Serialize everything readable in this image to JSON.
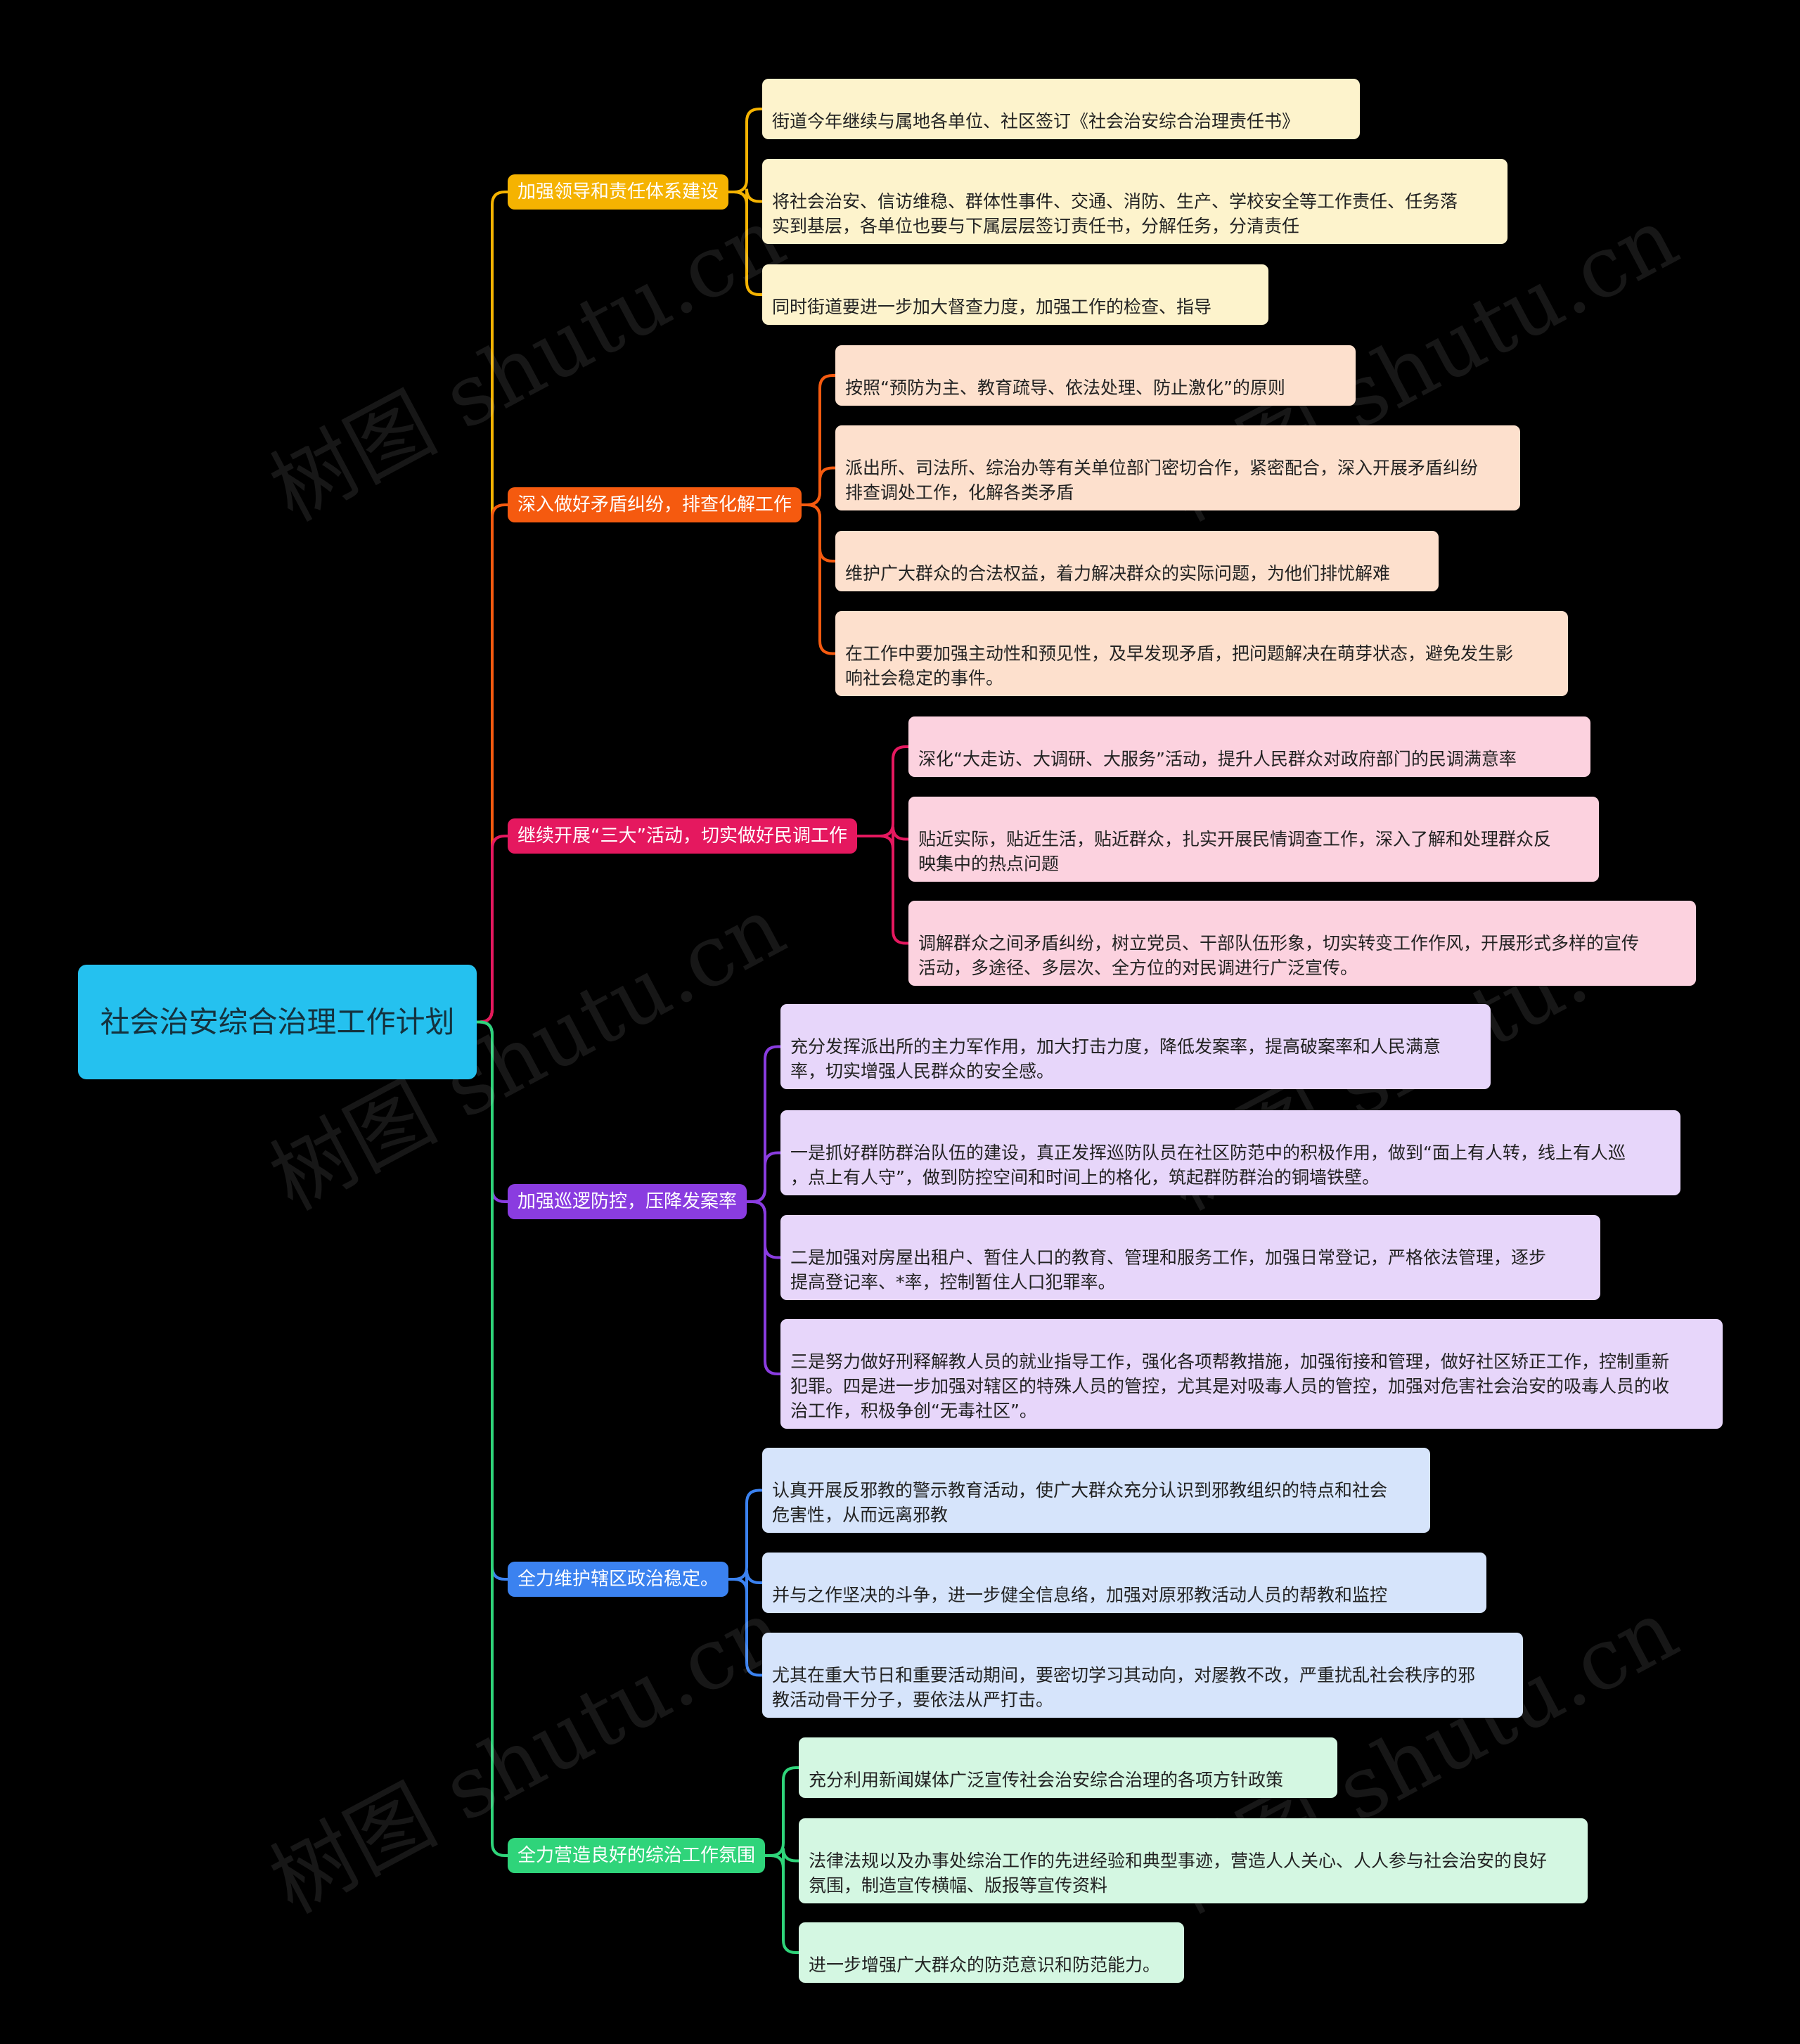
{
  "root": {
    "title": "社会治安综合治理工作计划",
    "color": "#25c1ef"
  },
  "watermark": "树图 shutu.cn",
  "branches": [
    {
      "label": "加强领导和责任体系建设",
      "color": "#f5b301",
      "leaf_bg": "#fdf3cc",
      "leaves": [
        "街道今年继续与属地各单位、社区签订《社会治安综合治理责任书》",
        "将社会治安、信访维稳、群体性事件、交通、消防、生产、学校安全等工作责任、任务落\n实到基层，各单位也要与下属层层签订责任书，分解任务，分清责任",
        "同时街道要进一步加大督查力度，加强工作的检查、指导"
      ]
    },
    {
      "label": "深入做好矛盾纠纷，排查化解工作",
      "color": "#f55a0f",
      "leaf_bg": "#fde0cd",
      "leaves": [
        "按照“预防为主、教育疏导、依法处理、防止激化”的原则",
        "派出所、司法所、综治办等有关单位部门密切合作，紧密配合，深入开展矛盾纠纷\n排查调处工作，化解各类矛盾",
        "维护广大群众的合法权益，着力解决群众的实际问题，为他们排忧解难",
        "在工作中要加强主动性和预见性，及早发现矛盾，把问题解决在萌芽状态，避免发生影\n响社会稳定的事件。"
      ]
    },
    {
      "label": "继续开展“三大”活动，切实做好民调工作",
      "color": "#e5185f",
      "leaf_bg": "#fcd2df",
      "leaves": [
        "深化“大走访、大调研、大服务”活动，提升人民群众对政府部门的民调满意率",
        "贴近实际，贴近生活，贴近群众，扎实开展民情调查工作，深入了解和处理群众反\n映集中的热点问题",
        "调解群众之间矛盾纠纷，树立党员、干部队伍形象，切实转变工作作风，开展形式多样的宣传\n活动，多途径、多层次、全方位的对民调进行广泛宣传。"
      ]
    },
    {
      "label": "加强巡逻防控，压降发案率",
      "color": "#8a3ce0",
      "leaf_bg": "#e7d6fa",
      "leaves": [
        "充分发挥派出所的主力军作用，加大打击力度，降低发案率，提高破案率和人民满意\n率，切实增强人民群众的安全感。",
        "一是抓好群防群治队伍的建设，真正发挥巡防队员在社区防范中的积极作用，做到“面上有人转，线上有人巡\n，点上有人守”，做到防控空间和时间上的格化，筑起群防群治的铜墙铁壁。",
        "二是加强对房屋出租户、暂住人口的教育、管理和服务工作，加强日常登记，严格依法管理，逐步\n提高登记率、*率，控制暂住人口犯罪率。",
        "三是努力做好刑释解教人员的就业指导工作，强化各项帮教措施，加强衔接和管理，做好社区矫正工作，控制重新\n犯罪。四是进一步加强对辖区的特殊人员的管控，尤其是对吸毒人员的管控，加强对危害社会治安的吸毒人员的收\n治工作，积极争创“无毒社区”。"
      ]
    },
    {
      "label": "全力维护辖区政治稳定。",
      "color": "#3b82f0",
      "leaf_bg": "#d6e4fb",
      "leaves": [
        "认真开展反邪教的警示教育活动，使广大群众充分认识到邪教组织的特点和社会\n危害性，从而远离邪教",
        "并与之作坚决的斗争，进一步健全信息络，加强对原邪教活动人员的帮教和监控",
        "尤其在重大节日和重要活动期间，要密切学习其动向，对屡教不改，严重扰乱社会秩序的邪\n教活动骨干分子，要依法从严打击。"
      ]
    },
    {
      "label": "全力营造良好的综治工作氛围",
      "color": "#2fd47a",
      "leaf_bg": "#d4f7e2",
      "leaves": [
        "充分利用新闻媒体广泛宣传社会治安综合治理的各项方针政策",
        "法律法规以及办事处综治工作的先进经验和典型事迹，营造人人关心、人人参与社会治安的良好\n氛围，制造宣传横幅、版报等宣传资料",
        "进一步增强广大群众的防范意识和防范能力。"
      ]
    }
  ]
}
